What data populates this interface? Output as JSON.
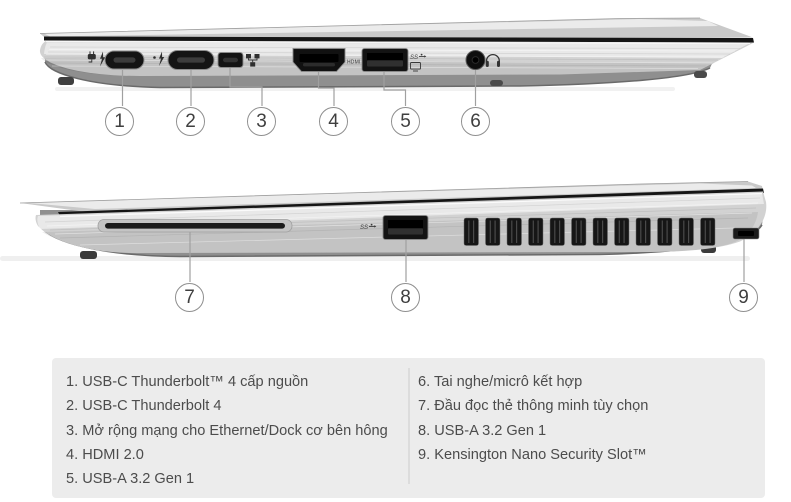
{
  "callouts": {
    "top": [
      "1",
      "2",
      "3",
      "4",
      "5",
      "6"
    ],
    "bottom": [
      "7",
      "8",
      "9"
    ]
  },
  "port_markings": {
    "hdmi": "HDMI",
    "usb_ss_top": "SS",
    "usb_ss_side": "SS"
  },
  "legend": {
    "left": [
      "1. USB-C Thunderbolt™ 4 cấp nguồn",
      "2. USB-C Thunderbolt 4",
      "3. Mở rộng mạng cho Ethernet/Dock cơ bên hông",
      "4. HDMI 2.0",
      "5. USB-A 3.2 Gen 1"
    ],
    "right": [
      "6. Tai nghe/micrô kết hợp",
      "7. Đầu đọc thẻ thông minh tùy chọn",
      "8. USB-A 3.2 Gen 1",
      "9. Kensington Nano Security Slot™"
    ]
  },
  "icons": {
    "power": "power-plug-icon",
    "thunderbolt": "lightning-bolt-icon",
    "ethernet": "network-icon",
    "usb_superspeed": "usb-ss-icon",
    "display_out": "display-icon",
    "headset": "headset-icon"
  },
  "colors": {
    "body_silver": "#d2d2d2",
    "lid_silver": "#c9c9c9",
    "seam_black": "#151515",
    "port_black": "#141414",
    "underside_gray": "#8f8f8f",
    "legend_background": "#ececec",
    "legend_text": "#4c4c4c",
    "callout_border": "#8f8f8f",
    "leader_line": "#a0a0a0"
  }
}
